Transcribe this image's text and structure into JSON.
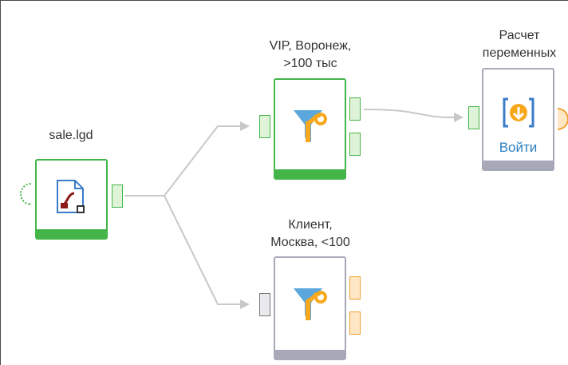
{
  "nodes": {
    "sale": {
      "label": "sale.lgd",
      "icon": "file-import-icon"
    },
    "vip_filter": {
      "label": "VIP, Воронеж,\n>100 тыс",
      "icon": "funnel-filter-icon"
    },
    "client_filter": {
      "label": "Клиент,\nМосква, <100",
      "icon": "funnel-filter-icon"
    },
    "calc": {
      "label": "Расчет\nпеременных",
      "icon": "enter-submodel-icon",
      "enter_label": "Войти"
    }
  },
  "colors": {
    "active": "#43b549",
    "inactive": "#a7a8b8",
    "warning_port": "#f0a030",
    "link": "#c8c8c8",
    "funnel": "#5ba7dd",
    "accent": "#f7a71b"
  }
}
